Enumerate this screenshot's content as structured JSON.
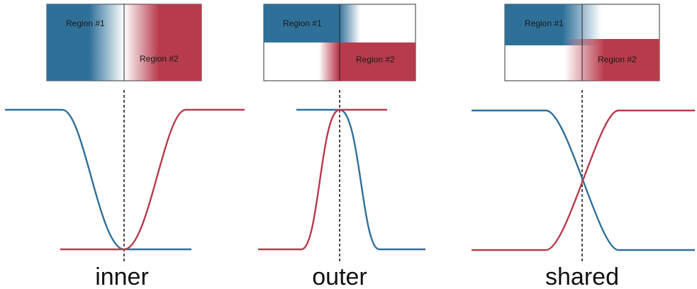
{
  "colors": {
    "region1": "#2f7099",
    "region2": "#b83b4c",
    "curve_blue": "#2f7099",
    "curve_red": "#b83b4c",
    "divider": "#222222"
  },
  "panels": [
    {
      "caption": "inner",
      "region1_label": "Region #1",
      "region2_label": "Region #2"
    },
    {
      "caption": "outer",
      "region1_label": "Region #1",
      "region2_label": "Region #2"
    },
    {
      "caption": "shared",
      "region1_label": "Region #1",
      "region2_label": "Region #2"
    }
  ]
}
